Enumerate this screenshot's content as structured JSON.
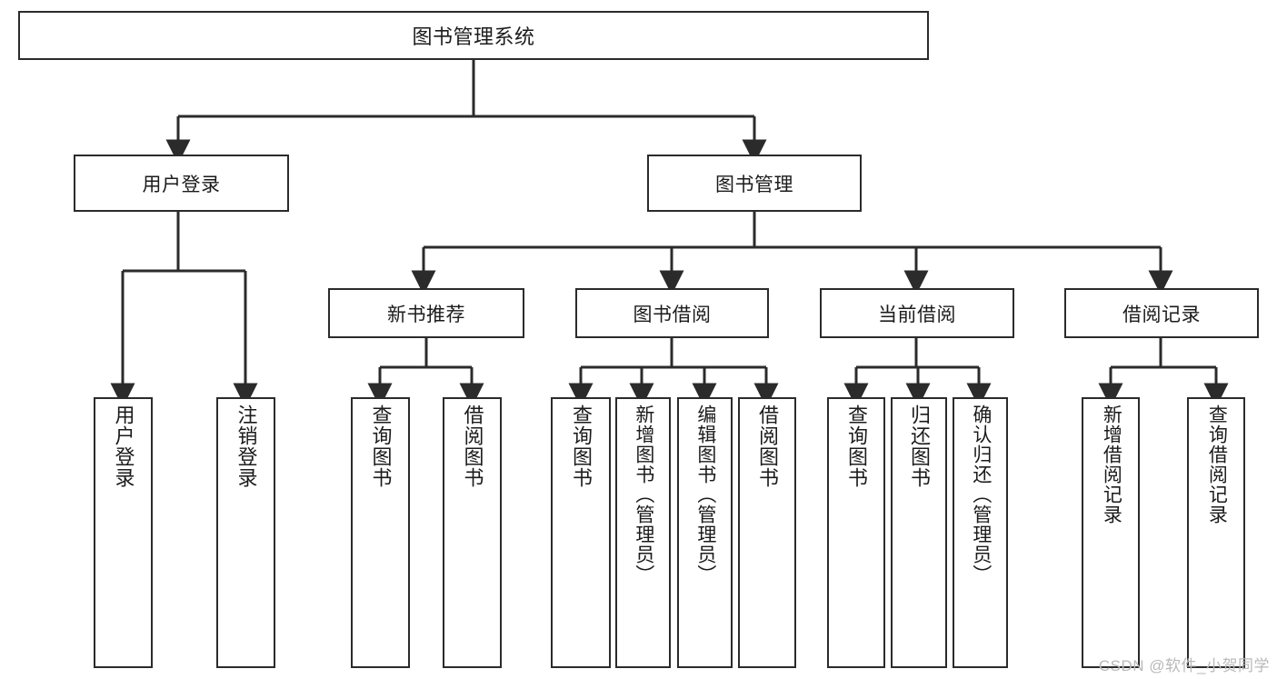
{
  "diagram": {
    "title": "图书管理系统",
    "type": "tree-hierarchy-diagram",
    "colors": {
      "box_border": "#2b2b2b",
      "box_fill": "#ffffff",
      "connector": "#2b2b2b",
      "watermark": "#b9b9b9",
      "background": "#ffffff"
    },
    "root": {
      "label": "图书管理系统"
    },
    "level2": [
      {
        "label": "用户登录"
      },
      {
        "label": "图书管理"
      }
    ],
    "level3": [
      {
        "label": "新书推荐"
      },
      {
        "label": "图书借阅"
      },
      {
        "label": "当前借阅"
      },
      {
        "label": "借阅记录"
      }
    ],
    "leaves": {
      "user_login": [
        {
          "label": "用户登录"
        },
        {
          "label": "注销登录"
        }
      ],
      "new_book_recommend": [
        {
          "label": "查询图书"
        },
        {
          "label": "借阅图书"
        }
      ],
      "book_borrow": [
        {
          "label": "查询图书"
        },
        {
          "label": "新增图书（管理员）"
        },
        {
          "label": "编辑图书（管理员）"
        },
        {
          "label": "借阅图书"
        }
      ],
      "current_borrow": [
        {
          "label": "查询图书"
        },
        {
          "label": "归还图书"
        },
        {
          "label": "确认归还（管理员）"
        }
      ],
      "borrow_records": [
        {
          "label": "新增借阅记录"
        },
        {
          "label": "查询借阅记录"
        }
      ]
    }
  },
  "watermark": {
    "text": "CSDN @软件_小贺同学"
  }
}
